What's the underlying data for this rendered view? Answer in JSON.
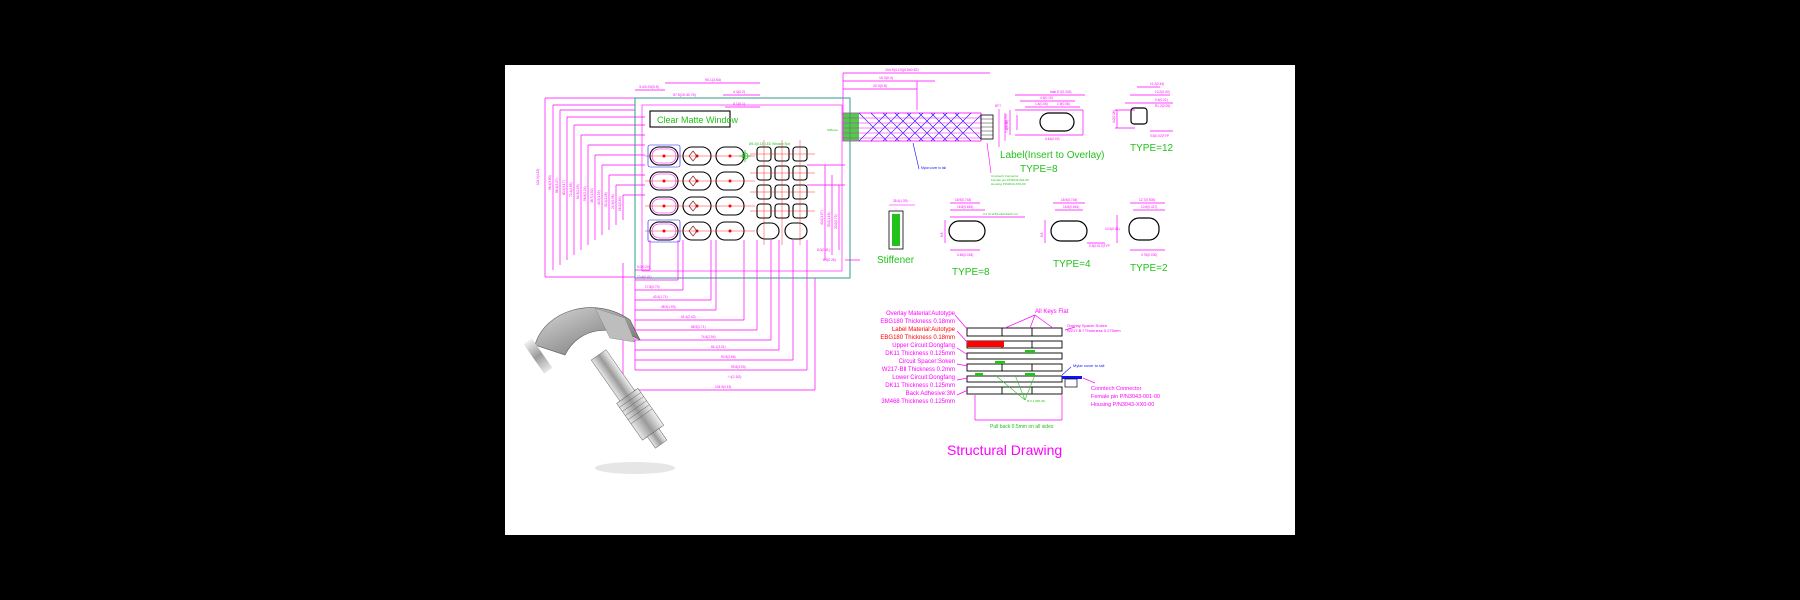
{
  "front": {
    "window_label": "Clear Matte Window"
  },
  "detail_labels": {
    "label_insert": "Label(Insert to Overlay)",
    "label_type": "TYPE=8",
    "type12": "TYPE=12",
    "stiffener": "Stiffener",
    "type8": "TYPE=8",
    "type4": "TYPE=4",
    "type2": "TYPE=2"
  },
  "structure": {
    "title": "Structural Drawing",
    "left_callouts": [
      {
        "line1": "Overlay Material:Autotype",
        "line2": "EBG180 Thickness 0.18mm",
        "color": "#ff00ff"
      },
      {
        "line1": "Label Material:Autotype",
        "line2": "EBG180 Thickness 0.18mm",
        "color": "#ff0000"
      },
      {
        "line1": "Upper Circuit:Dongfang",
        "line2": "DK11 Thickness 0.125mm",
        "color": "#ff00ff"
      },
      {
        "line1": "Circuit Spacer:Soken",
        "line2": "W217-BⅡ Thickness 0.2mm",
        "color": "#ff00ff"
      },
      {
        "line1": "Lower Circuit:Dongfang",
        "line2": "DK11 Thickness 0.125mm",
        "color": "#ff00ff"
      },
      {
        "line1": "Back Adhesive:3M",
        "line2": "3M468 Thickness 0.125mm",
        "color": "#ff00ff"
      }
    ],
    "all_keys_flat": "All Keys Flat",
    "overlay_spacer_line1": "Overlay Spacer:Soken",
    "overlay_spacer_line2": "W217-B Ⅰ Thickness 0.275mm",
    "mylar_cover": "Mylar cover to tail",
    "conntech_line1": "Conntech Connector",
    "conntech_line2": "Female pin P/N3043-001-00",
    "conntech_line3": "Housing P/N3043-XX0-00",
    "pull_back": "Pull back 0.5mm on all sides"
  },
  "colors": {
    "magenta": "#ff00ff",
    "green": "#22c21a",
    "red": "#ff0000",
    "blue": "#1010ff",
    "teal": "#2e9c8e",
    "sheet": "#ffffff",
    "background": "#000000"
  },
  "icons": {
    "micrometer": "micrometer-image"
  }
}
